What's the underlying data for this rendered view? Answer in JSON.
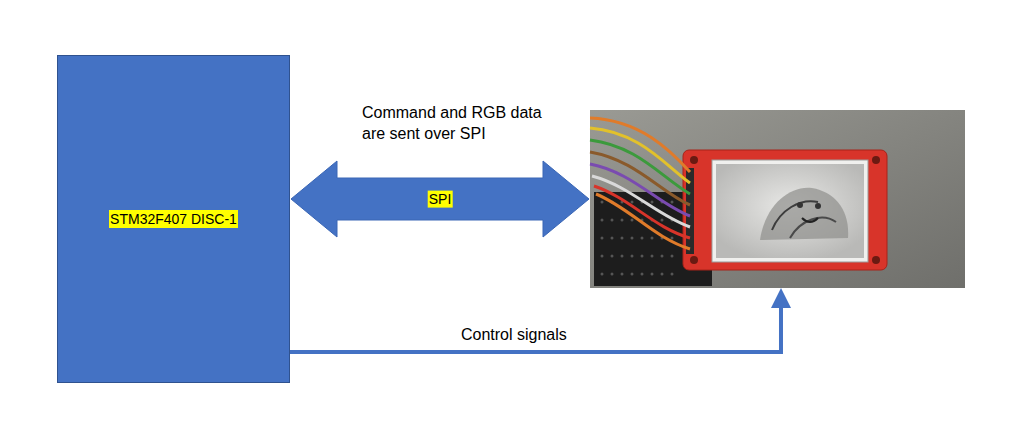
{
  "diagram": {
    "nodes": [
      {
        "text": [
          "STM32F407 DISC-1"
        ]
      },
      {
        "text": []
      }
    ],
    "edges": [
      {
        "from": 0,
        "to": 1,
        "arrow": "both",
        "label": "SPI"
      },
      {
        "from": 0,
        "to": 1,
        "arrow": "to",
        "label": "Control signals"
      }
    ],
    "labels": [
      "Command and RGB data are sent over SPI"
    ]
  }
}
